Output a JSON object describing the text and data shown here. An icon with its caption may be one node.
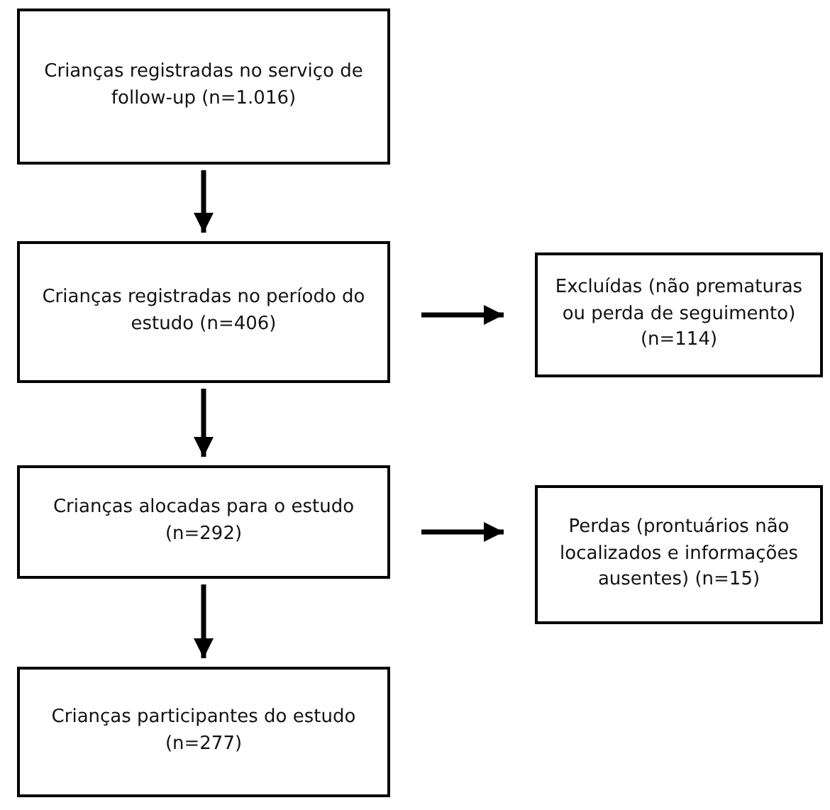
{
  "diagram": {
    "nodes": [
      {
        "text": [
          "Crianças registradas no serviço de follow-up (n=1.016)"
        ]
      },
      {
        "text": [
          "Crianças registradas no período do estudo (n=406)"
        ]
      },
      {
        "text": [
          "Excluídas (não prematuras ou perda de seguimento) (n=114)"
        ]
      },
      {
        "text": [
          "Crianças alocadas para o estudo (n=292)"
        ]
      },
      {
        "text": [
          "Perdas (prontuários não localizados e informações ausentes) (n=15)"
        ]
      },
      {
        "text": [
          "Crianças participantes do estudo (n=277)"
        ]
      }
    ],
    "edges": [
      {
        "from": 0,
        "to": 1,
        "arrow": "to"
      },
      {
        "from": 1,
        "to": 2,
        "arrow": "to"
      },
      {
        "from": 1,
        "to": 3,
        "arrow": "to"
      },
      {
        "from": 3,
        "to": 4,
        "arrow": "to"
      },
      {
        "from": 3,
        "to": 5,
        "arrow": "to"
      }
    ]
  }
}
